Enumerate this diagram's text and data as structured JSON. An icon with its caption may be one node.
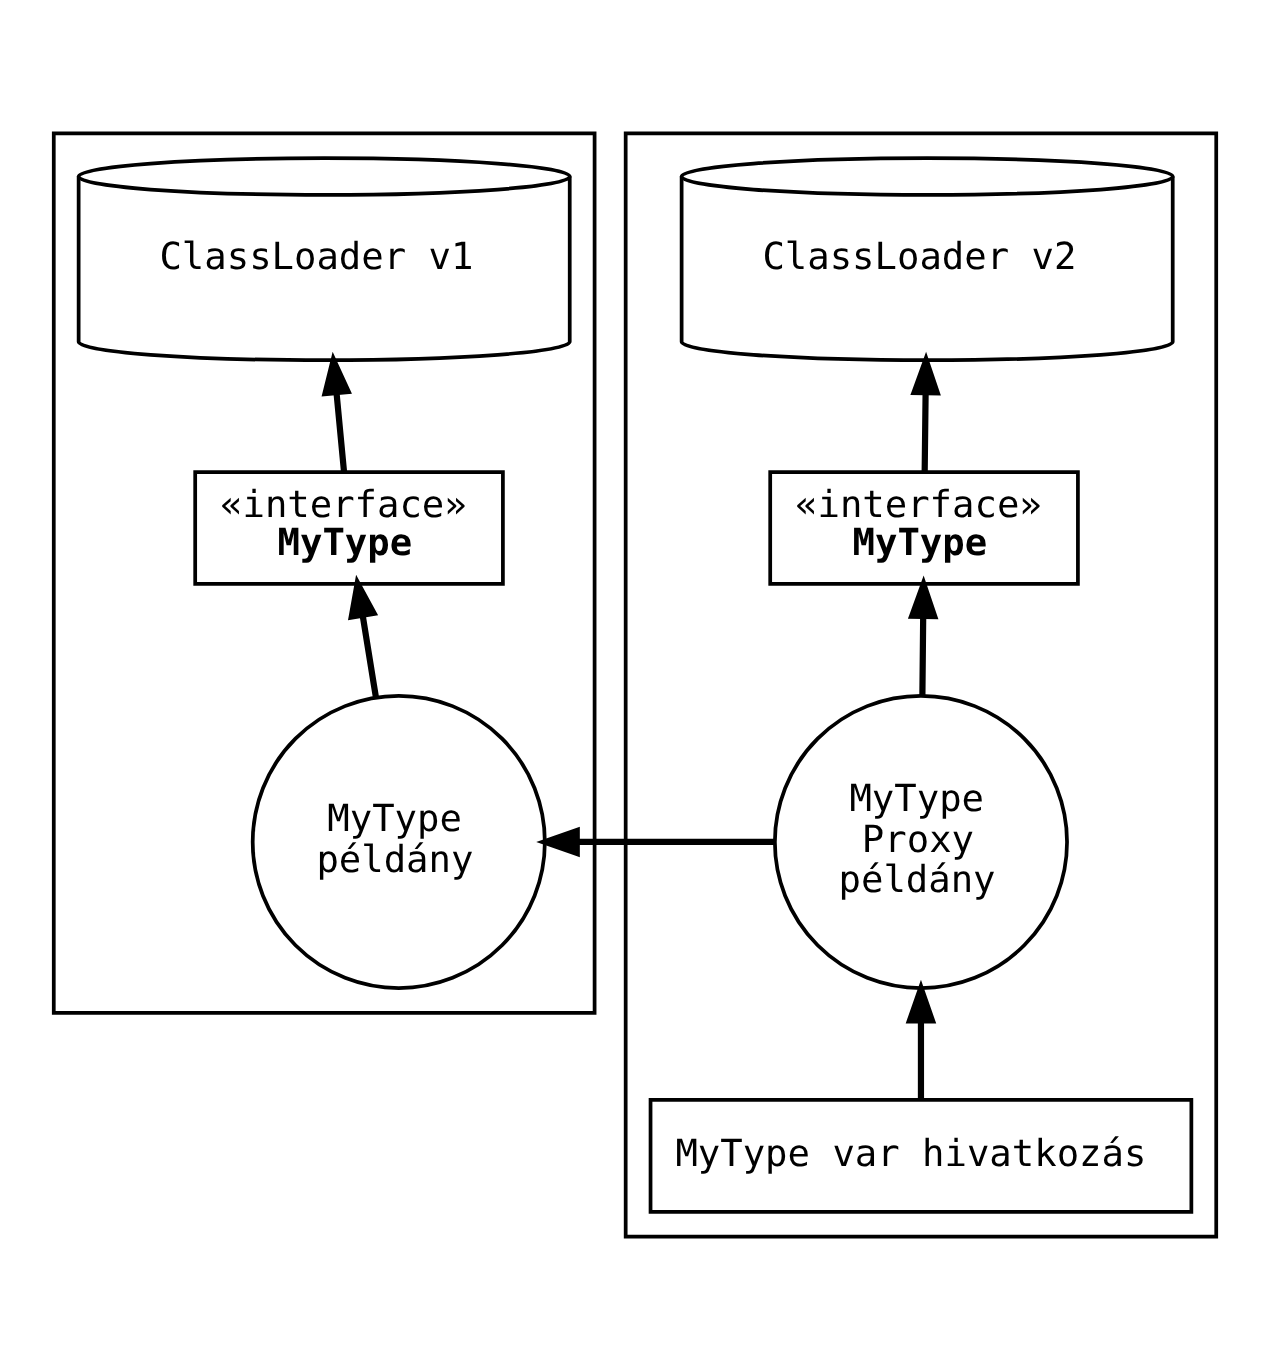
{
  "diagram": {
    "nodes": [
      {
        "text": [],
        "shape": "box"
      },
      {
        "text": [
          "ClassLoader v1"
        ],
        "in": 0
      },
      {
        "text": [
          "«interface»",
          "MyType"
        ],
        "in": 0
      },
      {
        "text": [
          "MyType példány"
        ],
        "in": 0
      },
      {
        "text": [],
        "shape": "box"
      },
      {
        "text": [
          "ClassLoader v2"
        ],
        "in": 4
      },
      {
        "text": [
          "«interface»",
          "MyType"
        ],
        "in": 4
      },
      {
        "text": [
          "MyType Proxy példány"
        ],
        "in": 4
      },
      {
        "text": [
          "MyType var hivatkozás"
        ],
        "in": 4
      }
    ],
    "edges": [
      {
        "from": 3,
        "to": 2,
        "arrow": "to"
      },
      {
        "from": 2,
        "to": 1,
        "arrow": "to"
      },
      {
        "from": 7,
        "to": 3,
        "arrow": "to"
      },
      {
        "from": 7,
        "to": 6,
        "arrow": "to"
      },
      {
        "from": 6,
        "to": 5,
        "arrow": "to"
      },
      {
        "from": 8,
        "to": 7,
        "arrow": "to"
      }
    ]
  }
}
